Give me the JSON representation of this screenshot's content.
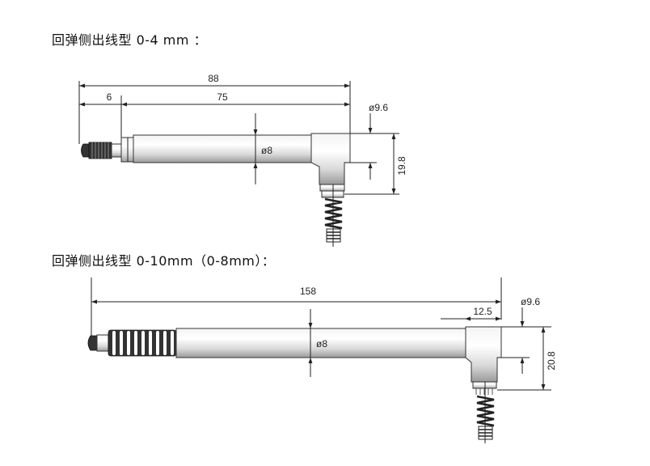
{
  "drawings": [
    {
      "heading": "回弹侧出线型 0-4 mm ：",
      "dims": {
        "total_length": "88",
        "tip_length": "6",
        "body_length": "75",
        "body_diameter": "ø8",
        "cable_diameter": "ø9.6",
        "head_height": "19.8"
      }
    },
    {
      "heading": "回弹侧出线型 0-10mm（0-8mm）：",
      "dims": {
        "total_length": "158",
        "head_width": "12.5",
        "body_diameter": "ø8",
        "cable_diameter": "ø9.6",
        "head_height": "20.8"
      }
    }
  ]
}
